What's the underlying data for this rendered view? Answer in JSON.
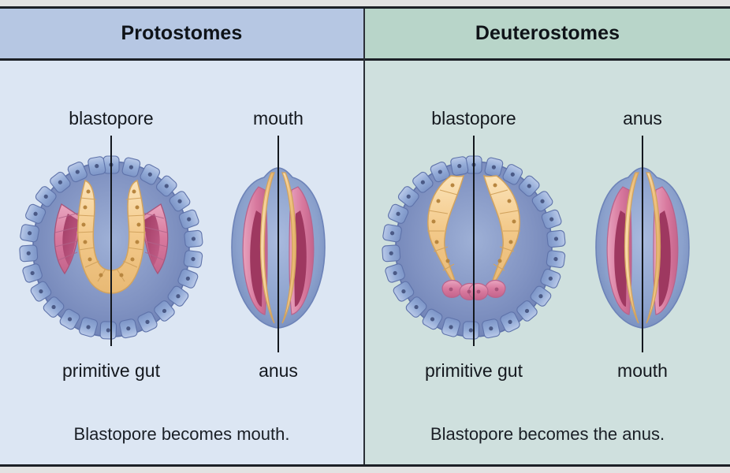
{
  "figure": {
    "title": "Protostome and deuterostome development comparison",
    "colors": {
      "header_protostome": "#b6c7e3",
      "header_deuterostome": "#b8d5c9",
      "body_protostome": "#dce6f3",
      "body_deuterostome": "#cfe0de",
      "ectoderm_blue": "#8fa9d4",
      "mesoderm_pink": "#d87a9d",
      "endoderm_orange": "#f2c887",
      "blastocoel": "#8c9fc8",
      "border": "#1c2026",
      "text": "#14181e"
    }
  },
  "columns": [
    {
      "id": "protostome",
      "header": "Protostomes",
      "caption": "Blastopore becomes mouth.",
      "stages": [
        {
          "id": "gastrula",
          "labels": [
            {
              "text": "blastopore",
              "position": "top"
            },
            {
              "text": "primitive gut",
              "position": "bottom"
            }
          ]
        },
        {
          "id": "larva",
          "labels": [
            {
              "text": "mouth",
              "position": "top"
            },
            {
              "text": "anus",
              "position": "bottom"
            }
          ]
        }
      ]
    },
    {
      "id": "deuterostome",
      "header": "Deuterostomes",
      "caption": "Blastopore becomes the anus.",
      "stages": [
        {
          "id": "gastrula",
          "labels": [
            {
              "text": "blastopore",
              "position": "top"
            },
            {
              "text": "primitive gut",
              "position": "bottom"
            }
          ]
        },
        {
          "id": "larva",
          "labels": [
            {
              "text": "anus",
              "position": "top"
            },
            {
              "text": "mouth",
              "position": "bottom"
            }
          ]
        }
      ]
    }
  ]
}
